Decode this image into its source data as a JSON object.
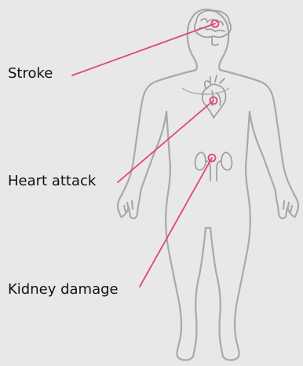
{
  "diagram": {
    "labels": {
      "stroke": "Stroke",
      "heart_attack": "Heart attack",
      "kidney_damage": "Kidney damage"
    },
    "colors": {
      "background": "#e8e8e8",
      "body_outline": "#a9a9a9",
      "organ_outline": "#9a9a9a",
      "pointer": "#e0457b",
      "text": "#111111"
    },
    "icons": {
      "body": "human-body-outline-icon",
      "brain": "brain-icon",
      "heart": "heart-icon",
      "kidneys": "kidneys-icon"
    }
  }
}
